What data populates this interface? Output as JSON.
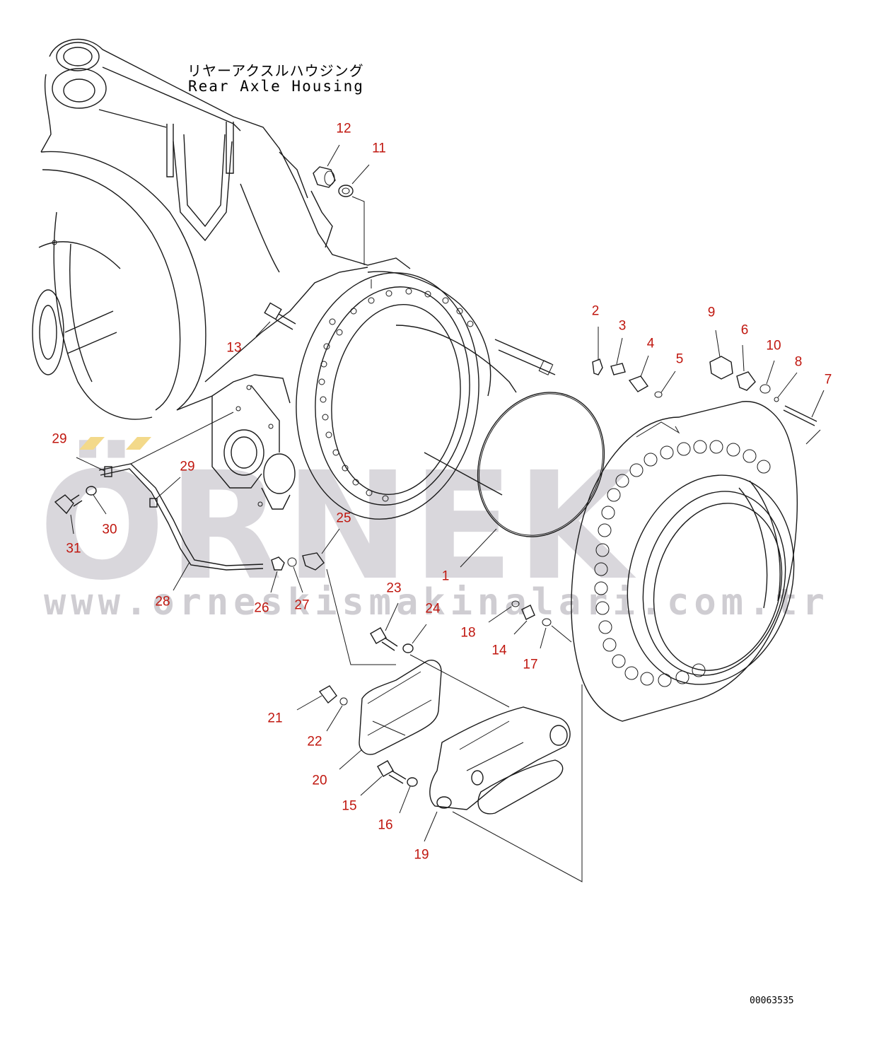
{
  "watermark": {
    "brand": "ÖRNEK",
    "url": "www.orneskismakinalari.com.tr"
  },
  "diagram": {
    "title_jp": "リヤーアクスルハウジング",
    "title_en": "Rear Axle Housing",
    "drawing_code": "00063535",
    "callouts": [
      {
        "id": "c1",
        "label": "1"
      },
      {
        "id": "c2",
        "label": "2"
      },
      {
        "id": "c3",
        "label": "3"
      },
      {
        "id": "c4",
        "label": "4"
      },
      {
        "id": "c5",
        "label": "5"
      },
      {
        "id": "c6",
        "label": "6"
      },
      {
        "id": "c7",
        "label": "7"
      },
      {
        "id": "c8",
        "label": "8"
      },
      {
        "id": "c9",
        "label": "9"
      },
      {
        "id": "c10",
        "label": "10"
      },
      {
        "id": "c11",
        "label": "11"
      },
      {
        "id": "c12",
        "label": "12"
      },
      {
        "id": "c13",
        "label": "13"
      },
      {
        "id": "c14",
        "label": "14"
      },
      {
        "id": "c15",
        "label": "15"
      },
      {
        "id": "c16",
        "label": "16"
      },
      {
        "id": "c17",
        "label": "17"
      },
      {
        "id": "c18",
        "label": "18"
      },
      {
        "id": "c19",
        "label": "19"
      },
      {
        "id": "c20",
        "label": "20"
      },
      {
        "id": "c21",
        "label": "21"
      },
      {
        "id": "c22",
        "label": "22"
      },
      {
        "id": "c23",
        "label": "23"
      },
      {
        "id": "c24",
        "label": "24"
      },
      {
        "id": "c25",
        "label": "25"
      },
      {
        "id": "c26",
        "label": "26"
      },
      {
        "id": "c27",
        "label": "27"
      },
      {
        "id": "c28",
        "label": "28"
      },
      {
        "id": "c29a",
        "label": "29"
      },
      {
        "id": "c29b",
        "label": "29"
      },
      {
        "id": "c30",
        "label": "30"
      },
      {
        "id": "c31",
        "label": "31"
      }
    ]
  },
  "colors": {
    "callout": "#c0170f",
    "line": "#1a1a1a",
    "watermark": "#d9d7dc",
    "accent": "#f3d98a"
  }
}
